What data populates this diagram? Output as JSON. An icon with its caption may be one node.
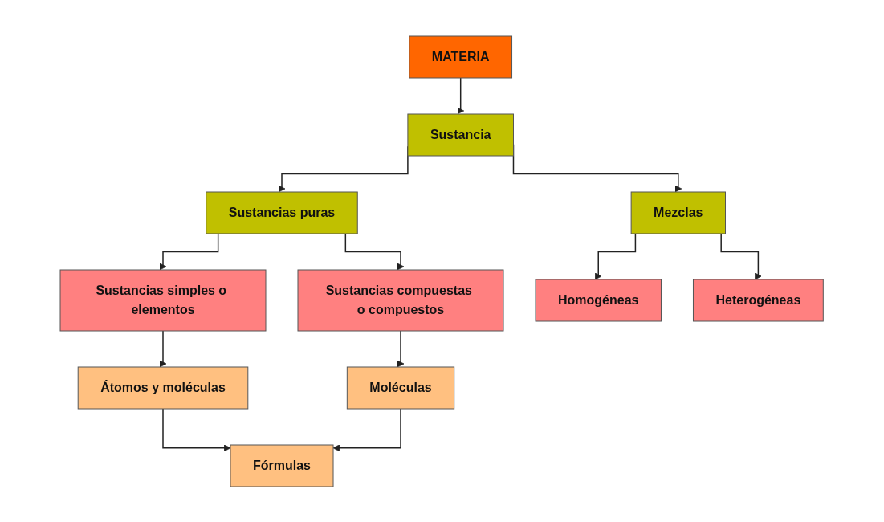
{
  "diagram": {
    "nodes": [
      {
        "text": [
          "MATERIA"
        ]
      },
      {
        "text": [
          "Sustancia"
        ]
      },
      {
        "text": [
          "Sustancias puras"
        ]
      },
      {
        "text": [
          "Mezclas"
        ]
      },
      {
        "text": [
          "Sustancias simples o elementos"
        ]
      },
      {
        "text": [
          "Sustancias compuestas o compuestos"
        ]
      },
      {
        "text": [
          "Homogéneas"
        ]
      },
      {
        "text": [
          "Heterogéneas"
        ]
      },
      {
        "text": [
          "Átomos y moléculas"
        ]
      },
      {
        "text": [
          "Moléculas"
        ]
      },
      {
        "text": [
          "Fórmulas"
        ]
      }
    ],
    "edges": [
      {
        "from": 0,
        "to": 1,
        "arrow": "to"
      },
      {
        "from": 1,
        "to": 2,
        "arrow": "to"
      },
      {
        "from": 1,
        "to": 3,
        "arrow": "to"
      },
      {
        "from": 2,
        "to": 4,
        "arrow": "to"
      },
      {
        "from": 2,
        "to": 5,
        "arrow": "to"
      },
      {
        "from": 3,
        "to": 6,
        "arrow": "to"
      },
      {
        "from": 3,
        "to": 7,
        "arrow": "to"
      },
      {
        "from": 4,
        "to": 8,
        "arrow": "to"
      },
      {
        "from": 5,
        "to": 9,
        "arrow": "to"
      },
      {
        "from": 8,
        "to": 10,
        "arrow": "to"
      },
      {
        "from": 9,
        "to": 10,
        "arrow": "to"
      }
    ]
  }
}
